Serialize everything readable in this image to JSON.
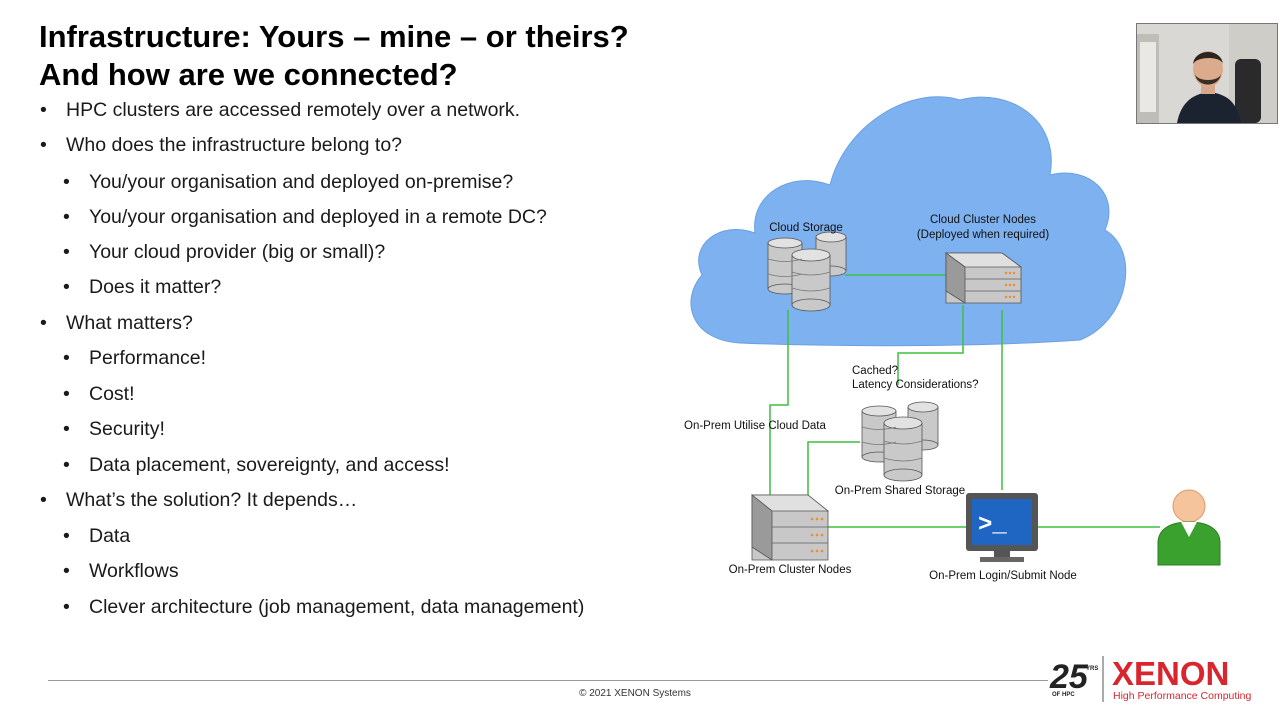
{
  "slide": {
    "title_line1": "Infrastructure: Yours – mine – or theirs?",
    "title_line2": "And how are we connected?",
    "bullets": [
      {
        "level": 1,
        "text": "HPC clusters are accessed remotely over a network."
      },
      {
        "level": 1,
        "text": "Who does the infrastructure belong to?"
      },
      {
        "level": 2,
        "text": "You/your organisation and deployed on-premise?"
      },
      {
        "level": 2,
        "text": "You/your organisation and deployed in a remote DC?"
      },
      {
        "level": 2,
        "text": "Your cloud provider (big or small)?"
      },
      {
        "level": 2,
        "text": "Does it matter?"
      },
      {
        "level": 1,
        "text": "What matters?"
      },
      {
        "level": 2,
        "text": "Performance!"
      },
      {
        "level": 2,
        "text": "Cost!"
      },
      {
        "level": 2,
        "text": "Security!"
      },
      {
        "level": 2,
        "text": "Data placement, sovereignty, and access!"
      },
      {
        "level": 1,
        "text": "What’s the solution? It depends…"
      },
      {
        "level": 2,
        "text": "Data"
      },
      {
        "level": 2,
        "text": "Workflows"
      },
      {
        "level": 2,
        "text": "Clever architecture (job management, data management)"
      }
    ],
    "bullet_char": "•"
  },
  "diagram": {
    "cloud_storage": "Cloud Storage",
    "cloud_nodes_line1": "Cloud Cluster Nodes",
    "cloud_nodes_line2": "(Deployed when required)",
    "cached": "Cached?",
    "latency": "Latency Considerations?",
    "utilise": "On-Prem Utilise Cloud Data",
    "shared_storage": "On-Prem Shared Storage",
    "cluster_nodes": "On-Prem Cluster Nodes",
    "login_node": "On-Prem Login/Submit Node",
    "terminal_prompt": ">_",
    "colors": {
      "cloud": "#7fb2f0",
      "line": "#3fbf3f",
      "user": "#3aa02e",
      "head": "#f5c49c"
    }
  },
  "footer": {
    "copyright": "© 2021 XENON Systems"
  },
  "logo": {
    "years": "25",
    "yrs": "YRS",
    "of_hpc": "OF HPC",
    "brand": "XENON",
    "tagline": "High Performance Computing",
    "brand_color": "#d9262e"
  },
  "icons": [
    "cloud-icon",
    "database-icon",
    "server-icon",
    "terminal-icon",
    "user-icon",
    "webcam-person"
  ]
}
